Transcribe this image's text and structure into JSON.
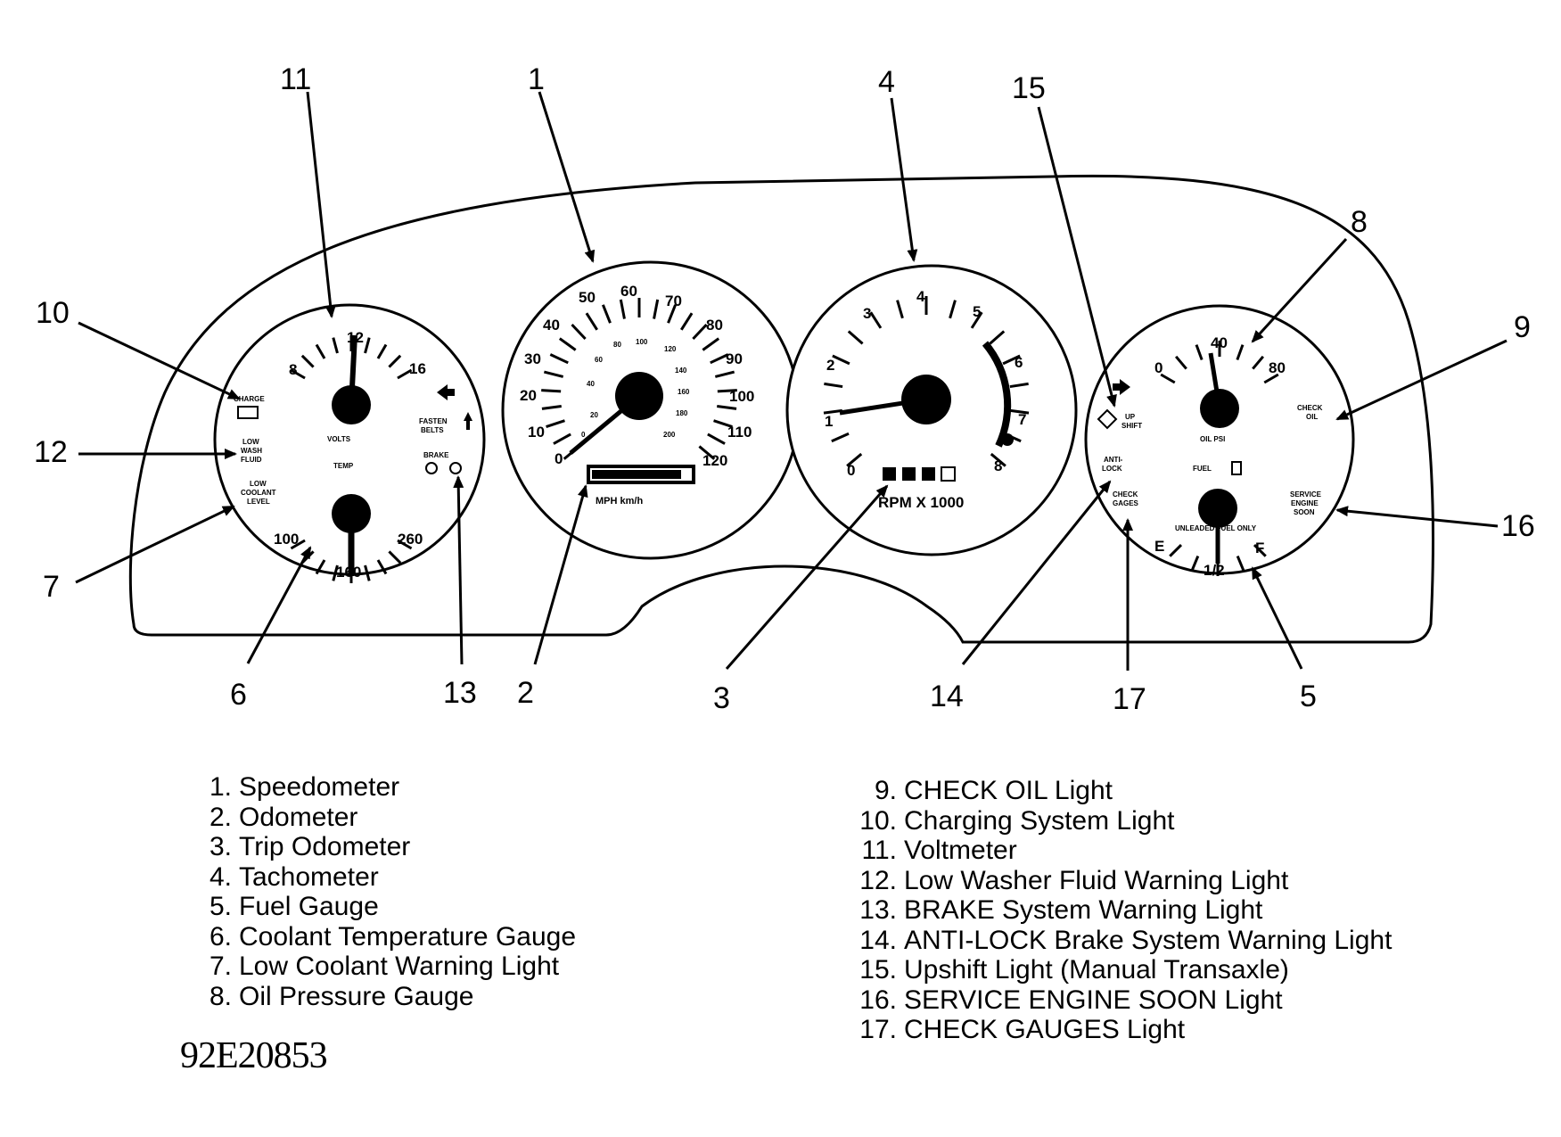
{
  "callouts": [
    "1",
    "2",
    "3",
    "4",
    "5",
    "6",
    "7",
    "8",
    "9",
    "10",
    "11",
    "12",
    "13",
    "14",
    "15",
    "16",
    "17"
  ],
  "gauges": {
    "voltmeter": {
      "scale": [
        "8",
        "12",
        "16"
      ],
      "charge_label": "CHARGE",
      "volts_label": "VOLTS",
      "low_washer_label": [
        "LOW",
        "WASH",
        "FLUID"
      ],
      "fasten_belts_label": [
        "FASTEN",
        "BELTS"
      ],
      "brake_label": "BRAKE"
    },
    "coolant": {
      "scale": [
        "100",
        "160",
        "260"
      ],
      "temp_label": "TEMP",
      "low_coolant_label": [
        "LOW",
        "COOLANT",
        "LEVEL"
      ]
    },
    "speedometer": {
      "mph_scale": [
        "0",
        "10",
        "20",
        "30",
        "40",
        "50",
        "60",
        "70",
        "80",
        "90",
        "100",
        "110",
        "120"
      ],
      "kmh_scale": [
        "0",
        "20",
        "40",
        "60",
        "80",
        "100",
        "120",
        "140",
        "160",
        "180",
        "200"
      ],
      "unit_label": "MPH  km/h"
    },
    "tachometer": {
      "scale": [
        "0",
        "1",
        "2",
        "3",
        "4",
        "5",
        "6",
        "7",
        "8"
      ],
      "unit_label": "RPM X 1000"
    },
    "oil_pressure": {
      "scale": [
        "0",
        "40",
        "80"
      ],
      "unit_label": "OIL PSI",
      "check_oil_label": [
        "CHECK",
        "OIL"
      ],
      "upshift_label": [
        "UP",
        "SHIFT"
      ]
    },
    "fuel": {
      "scale": [
        "E",
        "1/2",
        "F"
      ],
      "fuel_label": "FUEL",
      "unleaded_label": "UNLEADED FUEL ONLY",
      "antilock_label": [
        "ANTI-",
        "LOCK"
      ],
      "check_gauges_label": [
        "CHECK",
        "GAGES"
      ],
      "service_label": [
        "SERVICE",
        "ENGINE",
        "SOON"
      ]
    }
  },
  "legend_left": [
    {
      "num": "1.",
      "text": "Speedometer"
    },
    {
      "num": "2.",
      "text": "Odometer"
    },
    {
      "num": "3.",
      "text": "Trip Odometer"
    },
    {
      "num": "4.",
      "text": "Tachometer"
    },
    {
      "num": "5.",
      "text": "Fuel Gauge"
    },
    {
      "num": "6.",
      "text": "Coolant Temperature Gauge"
    },
    {
      "num": "7.",
      "text": "Low Coolant Warning Light"
    },
    {
      "num": "8.",
      "text": "Oil Pressure Gauge"
    }
  ],
  "legend_right": [
    {
      "num": "9.",
      "text": "CHECK OIL Light"
    },
    {
      "num": "10.",
      "text": "Charging System Light"
    },
    {
      "num": "11.",
      "text": "Voltmeter"
    },
    {
      "num": "12.",
      "text": "Low Washer Fluid Warning Light"
    },
    {
      "num": "13.",
      "text": "BRAKE System Warning Light"
    },
    {
      "num": "14.",
      "text": "ANTI-LOCK Brake System Warning Light"
    },
    {
      "num": "15.",
      "text": "Upshift Light (Manual Transaxle)"
    },
    {
      "num": "16.",
      "text": "SERVICE ENGINE SOON Light"
    },
    {
      "num": "17.",
      "text": "CHECK GAUGES Light"
    }
  ],
  "figure_id": "92E20853"
}
